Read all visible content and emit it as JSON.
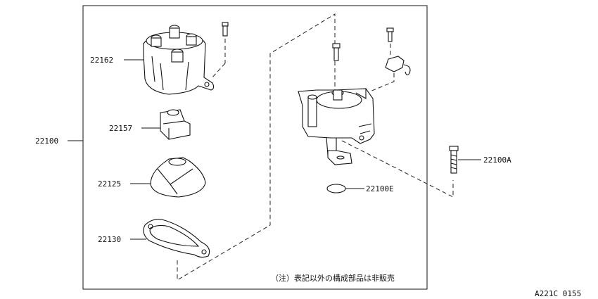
{
  "labels": {
    "assembly": "22100",
    "cap": "22162",
    "rotor": "22157",
    "cover": "22125",
    "gasket": "22130",
    "bolt": "22100A",
    "oring": "22100E"
  },
  "note": "（注）表記以外の構成部品は非販売",
  "diagram_id": "A221C 0155"
}
